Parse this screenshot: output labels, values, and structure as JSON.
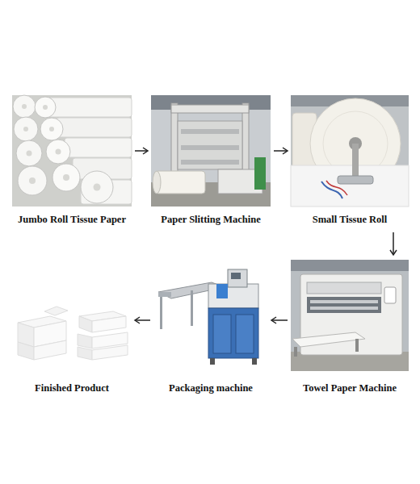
{
  "diagram": {
    "nodes": [
      {
        "text": [
          "Jumbo Roll Tissue Paper"
        ]
      },
      {
        "text": [
          "Paper Slitting Machine"
        ]
      },
      {
        "text": [
          "Small Tissue Roll"
        ]
      },
      {
        "text": [
          "Finished Product"
        ]
      },
      {
        "text": [
          "Packaging machine"
        ]
      },
      {
        "text": [
          "Towel Paper Machine"
        ]
      }
    ],
    "edges": [
      {
        "from": 0,
        "to": 1,
        "arrow": "to"
      },
      {
        "from": 1,
        "to": 2,
        "arrow": "to"
      },
      {
        "from": 2,
        "to": 5,
        "arrow": "to"
      },
      {
        "from": 5,
        "to": 4,
        "arrow": "to"
      },
      {
        "from": 4,
        "to": 3,
        "arrow": "to"
      }
    ]
  }
}
